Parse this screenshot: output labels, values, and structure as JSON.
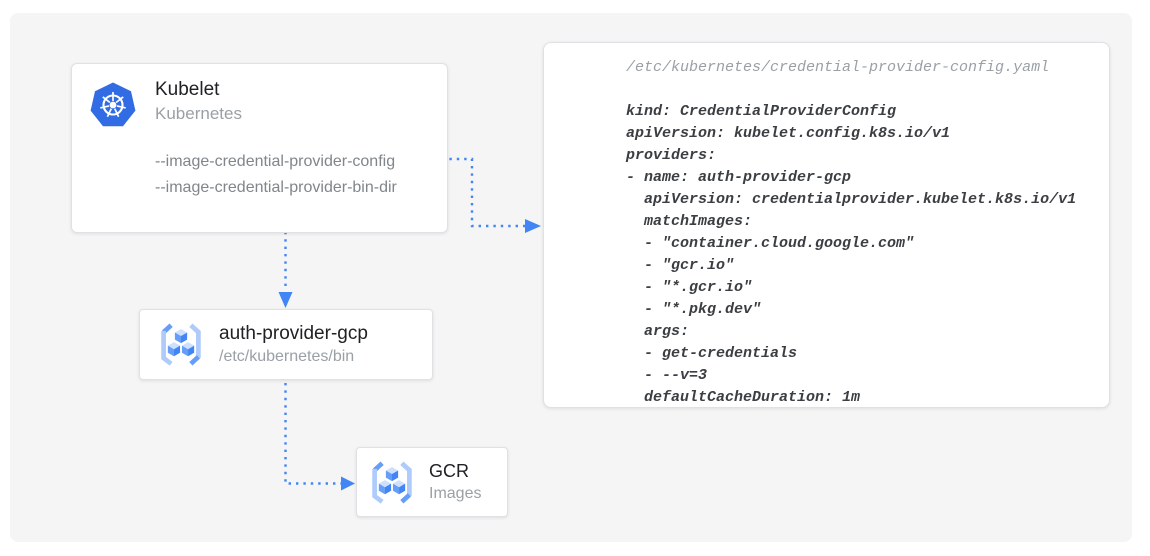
{
  "diagram": {
    "kubelet_card": {
      "icon": "kubernetes-helm-icon",
      "title": "Kubelet",
      "subtitle": "Kubernetes",
      "flags": [
        "--image-credential-provider-config",
        "--image-credential-provider-bin-dir"
      ]
    },
    "auth_provider_card": {
      "icon": "container-registry-icon",
      "title": "auth-provider-gcp",
      "subtitle": "/etc/kubernetes/bin"
    },
    "gcr_card": {
      "icon": "container-registry-icon",
      "title": "GCR",
      "subtitle": "Images"
    },
    "config_panel": {
      "path_header": "/etc/kubernetes/credential-provider-config.yaml",
      "yaml_lines": [
        "kind: CredentialProviderConfig",
        "apiVersion: kubelet.config.k8s.io/v1",
        "providers:",
        "- name: auth-provider-gcp",
        "  apiVersion: credentialprovider.kubelet.k8s.io/v1",
        "  matchImages:",
        "  - \"container.cloud.google.com\"",
        "  - \"gcr.io\"",
        "  - \"*.gcr.io\"",
        "  - \"*.pkg.dev\"",
        "  args:",
        "  - get-credentials",
        "  - --v=3",
        "  defaultCacheDuration: 1m"
      ]
    },
    "colors": {
      "arrow_blue": "#4285f4",
      "kubernetes_blue": "#326ce5",
      "registry_light_blue": "#aecbfa",
      "registry_medium_blue": "#669df6",
      "panel_background": "#f5f5f5",
      "card_border": "#dfe1e5",
      "title_text": "#202124",
      "muted_text": "#9aa0a6",
      "flag_text": "#80868b",
      "code_text": "#3b3e42"
    }
  }
}
